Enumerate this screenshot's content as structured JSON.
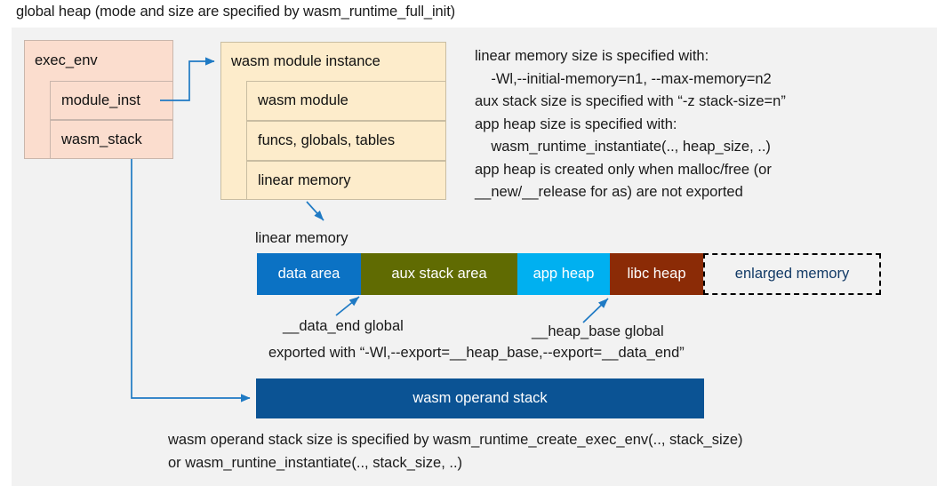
{
  "title": "global heap (mode and size are specified by wasm_runtime_full_init)",
  "colors": {
    "panel_bg": "#f2f2f2",
    "exec_env_fill": "#fbddce",
    "module_inst_fill": "#fdeccb",
    "data_area": "#0b72c4",
    "aux_stack_area": "#606b02",
    "app_heap": "#00b0f0",
    "libc_heap": "#8b2b06",
    "enlarged_memory_border": "#000000",
    "enlarged_memory_text": "#123a66",
    "operand_stack": "#0b5394",
    "arrow": "#1f7ac4"
  },
  "exec_env": {
    "header": "exec_env",
    "fields": [
      {
        "label": "module_inst"
      },
      {
        "label": "wasm_stack"
      }
    ]
  },
  "module_instance": {
    "header": "wasm module instance",
    "fields": [
      {
        "label": "wasm module"
      },
      {
        "label": "funcs, globals, tables"
      },
      {
        "label": "linear memory"
      }
    ]
  },
  "notes": {
    "memory_spec": "linear memory size is specified with:\n    -Wl,--initial-memory=n1, --max-memory=n2\naux stack size is specified with “-z stack-size=n”\napp heap size is specified with:\n    wasm_runtime_instantiate(.., heap_size, ..)\napp heap is created only when malloc/free (or\n__new/__release for as) are not exported",
    "operand_stack_spec": "wasm operand stack size is specified by wasm_runtime_create_exec_env(.., stack_size)\nor wasm_runtine_instantiate(.., stack_size, ..)"
  },
  "linear_memory": {
    "caption": "linear memory",
    "segments": [
      {
        "label": "data area",
        "color": "#0b72c4",
        "dashed": false
      },
      {
        "label": "aux stack area",
        "color": "#606b02",
        "dashed": false
      },
      {
        "label": "app heap",
        "color": "#00b0f0",
        "dashed": false
      },
      {
        "label": "libc heap",
        "color": "#8b2b06",
        "dashed": false
      },
      {
        "label": "enlarged memory",
        "color": "#f2f2f2",
        "dashed": true
      }
    ],
    "annotations": {
      "data_end": "__data_end global",
      "heap_base": "__heap_base global",
      "export_note": "exported with “-Wl,--export=__heap_base,--export=__data_end”"
    }
  },
  "operand_stack": {
    "label": "wasm operand stack"
  }
}
